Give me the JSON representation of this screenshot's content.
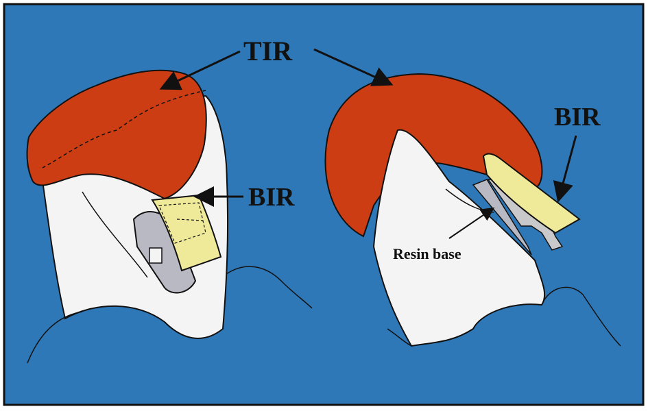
{
  "labels": {
    "tir": "TIR",
    "bir_left": "BIR",
    "bir_right": "BIR",
    "resin_base": "Resin base"
  },
  "colors": {
    "background": "#2f78b8",
    "tir": "#cc3d14",
    "bir": "#efe99a",
    "tooth": "#f4f4f4",
    "bracket": "#b9b9c4"
  }
}
